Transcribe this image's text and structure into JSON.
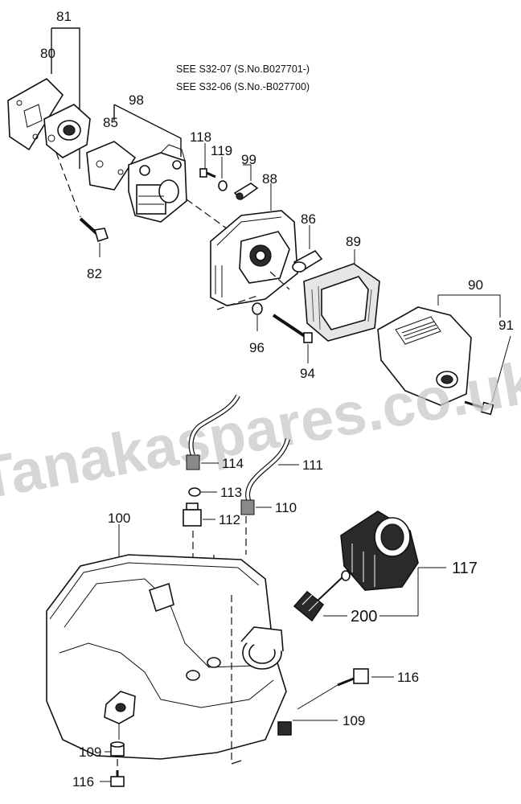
{
  "notes": {
    "see_1": "SEE S32-07 (S.No.B027701-)",
    "see_2": "SEE S32-06 (S.No.-B027700)"
  },
  "watermark": "Tanakaspares.co.uk",
  "parts": {
    "p81": "81",
    "p80": "80",
    "p98": "98",
    "p85": "85",
    "p82": "82",
    "p118": "118",
    "p119": "119",
    "p99": "99",
    "p88": "88",
    "p86": "86",
    "p89": "89",
    "p90": "90",
    "p91": "91",
    "p96": "96",
    "p94": "94",
    "p114": "114",
    "p111": "111",
    "p113": "113",
    "p110": "110",
    "p112": "112",
    "p100": "100",
    "p117": "117",
    "p200": "200",
    "p116a": "116",
    "p109a": "109",
    "p109b": "109",
    "p116b": "116"
  },
  "colors": {
    "line": "#111111",
    "watermark": "#c9c9c9",
    "background": "#ffffff"
  }
}
